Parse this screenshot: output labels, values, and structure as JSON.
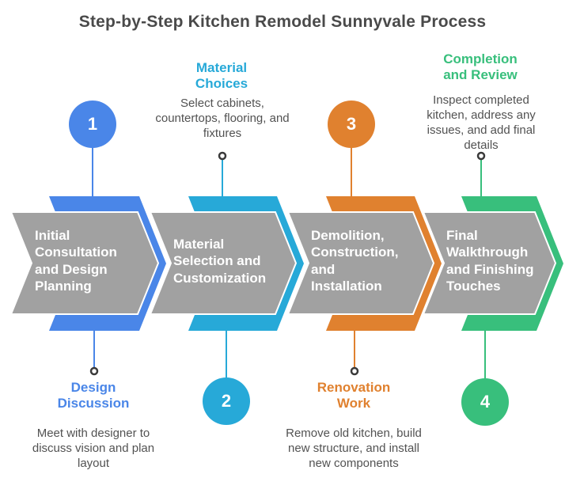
{
  "title": "Step-by-Step Kitchen Remodel Sunnyvale Process",
  "colors": {
    "gray_arrow": "#a1a1a1",
    "title_text": "#4a4a4a",
    "body_text": "#525252",
    "connector_dot": "#3a3a3a",
    "white": "#ffffff"
  },
  "steps": [
    {
      "number": "1",
      "label": "Initial Consultation and Design Planning",
      "color": "#4a86e8"
    },
    {
      "number": "2",
      "label": "Material Selection and Customization",
      "color": "#27a9d8"
    },
    {
      "number": "3",
      "label": "Demolition, Construction, and Installation",
      "color": "#e0812f"
    },
    {
      "number": "4",
      "label": "Final Walkthrough and Finishing Touches",
      "color": "#38bf7c"
    }
  ],
  "annotations": [
    {
      "heading": "Material Choices",
      "body": "Select cabinets, countertops, flooring, and fixtures",
      "color": "#27a9d8"
    },
    {
      "heading": "Completion and Review",
      "body": "Inspect completed kitchen, address any issues, and add final details",
      "color": "#38bf7c"
    },
    {
      "heading": "Design Discussion",
      "body": "Meet with designer to discuss vision and plan layout",
      "color": "#4a86e8"
    },
    {
      "heading": "Renovation Work",
      "body": "Remove old kitchen, build new structure, and install new components",
      "color": "#e0812f"
    }
  ]
}
